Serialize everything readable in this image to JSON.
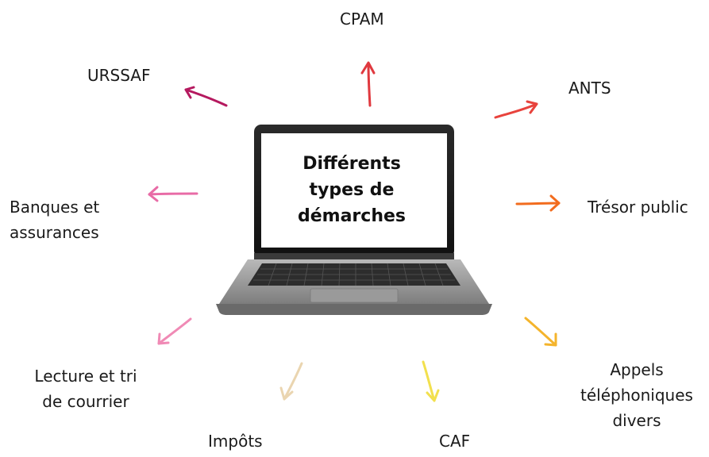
{
  "center": {
    "lines": [
      "Différents",
      "types de",
      "démarches"
    ]
  },
  "destinations": {
    "cpam": "CPAM",
    "urssaf": "URSSAF",
    "ants": "ANTS",
    "banques_line1": "Banques et",
    "banques_line2": "assurances",
    "tresor": "Trésor public",
    "lecture_line1": "Lecture et tri",
    "lecture_line2": "de courrier",
    "appels_line1": "Appels",
    "appels_line2": "téléphoniques",
    "appels_line3": "divers",
    "impots": "Impôts",
    "caf": "CAF"
  },
  "colors": {
    "cpam": "#e0393f",
    "urssaf": "#b5195f",
    "ants": "#e8433d",
    "banques": "#e86ba6",
    "tresor": "#f26c1e",
    "lecture": "#f08ab5",
    "appels": "#f4b42c",
    "impots": "#ead5b0",
    "caf": "#f2e04e"
  }
}
